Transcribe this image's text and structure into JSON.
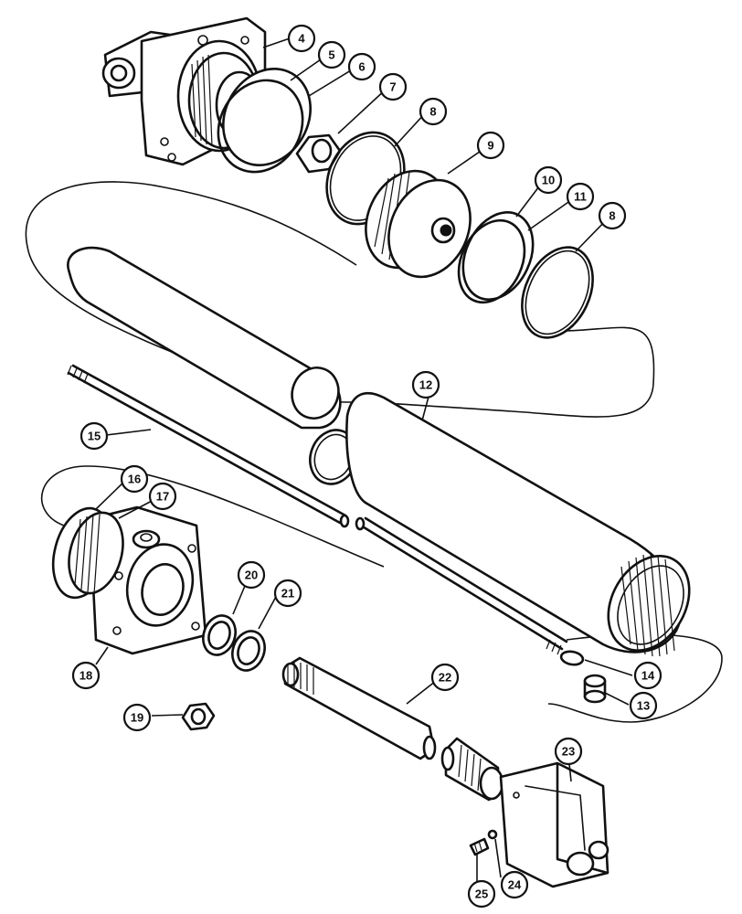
{
  "callouts": [
    {
      "id": "c4",
      "label": "4"
    },
    {
      "id": "c5",
      "label": "5"
    },
    {
      "id": "c6",
      "label": "6"
    },
    {
      "id": "c7",
      "label": "7"
    },
    {
      "id": "c8a",
      "label": "8"
    },
    {
      "id": "c9",
      "label": "9"
    },
    {
      "id": "c10",
      "label": "10"
    },
    {
      "id": "c11",
      "label": "11"
    },
    {
      "id": "c8b",
      "label": "8"
    },
    {
      "id": "c12",
      "label": "12"
    },
    {
      "id": "c15",
      "label": "15"
    },
    {
      "id": "c16",
      "label": "16"
    },
    {
      "id": "c17",
      "label": "17"
    },
    {
      "id": "c20",
      "label": "20"
    },
    {
      "id": "c21",
      "label": "21"
    },
    {
      "id": "c14",
      "label": "14"
    },
    {
      "id": "c13",
      "label": "13"
    },
    {
      "id": "c18",
      "label": "18"
    },
    {
      "id": "c19",
      "label": "19"
    },
    {
      "id": "c22",
      "label": "22"
    },
    {
      "id": "c23",
      "label": "23"
    },
    {
      "id": "c24",
      "label": "24"
    },
    {
      "id": "c25",
      "label": "25"
    }
  ]
}
